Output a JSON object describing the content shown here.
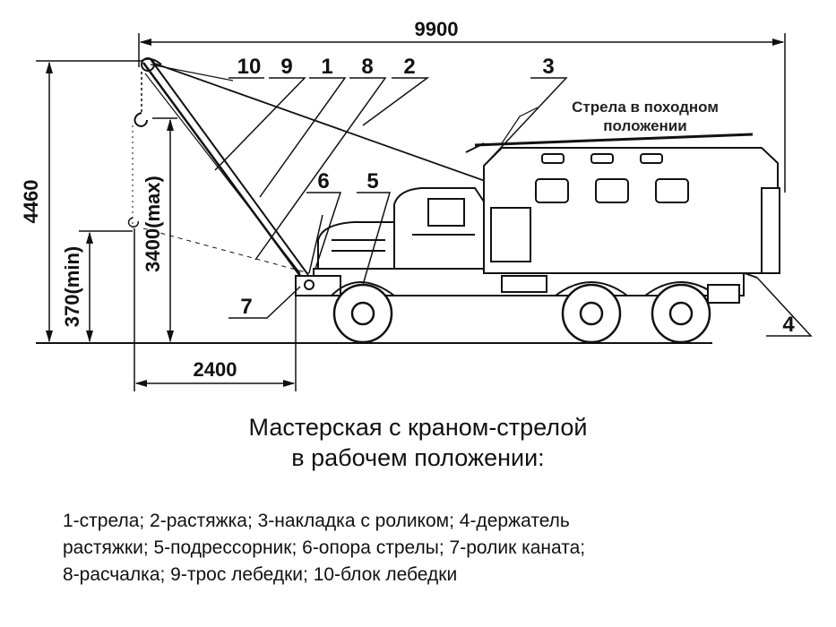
{
  "dimensions": {
    "total_length": "9900",
    "total_height": "4460",
    "hook_max": "3400(max)",
    "hook_min": "370(min)",
    "reach": "2400"
  },
  "callouts": [
    "10",
    "9",
    "1",
    "8",
    "2",
    "3",
    "6",
    "5",
    "7",
    "4"
  ],
  "note": {
    "line1": "Стрела в походном",
    "line2": "положении"
  },
  "caption": {
    "line1": "Мастерская с краном-стрелой",
    "line2": "в рабочем положении:"
  },
  "legend": {
    "line1": "1-стрела; 2-растяжка; 3-накладка с роликом; 4-держатель",
    "line2": "растяжки; 5-подрессорник; 6-опора стрелы; 7-ролик каната;",
    "line3": "8-расчалка; 9-трос лебедки; 10-блок лебедки"
  },
  "colors": {
    "line": "#111111",
    "background": "#ffffff"
  }
}
